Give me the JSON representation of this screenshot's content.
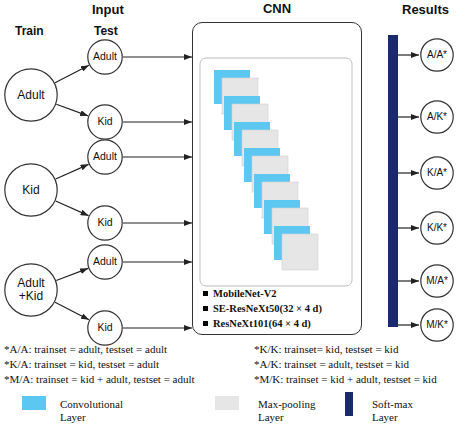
{
  "diagram": {
    "nodes": [
      {
        "text": [
          "Adult"
        ]
      },
      {
        "text": [
          "Adult"
        ]
      },
      {
        "text": [
          "Kid"
        ]
      },
      {
        "text": [
          "Kid"
        ]
      },
      {
        "text": [
          "Adult"
        ]
      },
      {
        "text": [
          "Kid"
        ]
      },
      {
        "text": [
          "Adult +Kid"
        ]
      },
      {
        "text": [
          "Adult"
        ]
      },
      {
        "text": [
          "Kid"
        ]
      },
      {
        "text": [
          "CNN",
          "MobileNet-V2",
          "SE-ResNeXt50(32 × 4 d)",
          "ResNeXt101(64 × 4 d)"
        ]
      },
      {
        "text": [
          "A/A*"
        ]
      },
      {
        "text": [
          "A/K*"
        ]
      },
      {
        "text": [
          "K/A*"
        ]
      },
      {
        "text": [
          "K/K*"
        ]
      },
      {
        "text": [
          "M/A*"
        ]
      },
      {
        "text": [
          "M/K*"
        ]
      }
    ],
    "edges": [
      {
        "from": 0,
        "to": 1,
        "arrow": "to"
      },
      {
        "from": 0,
        "to": 2,
        "arrow": "to"
      },
      {
        "from": 3,
        "to": 4,
        "arrow": "to"
      },
      {
        "from": 3,
        "to": 5,
        "arrow": "to"
      },
      {
        "from": 6,
        "to": 7,
        "arrow": "to"
      },
      {
        "from": 6,
        "to": 8,
        "arrow": "to"
      },
      {
        "from": 1,
        "to": 9,
        "arrow": "to"
      },
      {
        "from": 2,
        "to": 9,
        "arrow": "to"
      },
      {
        "from": 4,
        "to": 9,
        "arrow": "to"
      },
      {
        "from": 5,
        "to": 9,
        "arrow": "to"
      },
      {
        "from": 7,
        "to": 9,
        "arrow": "to"
      },
      {
        "from": 8,
        "to": 9,
        "arrow": "to"
      }
    ],
    "labels": [
      "Input",
      "Results",
      "Train",
      "Test",
      "*A/A: trainset = adult, testset = adult",
      "*K/K: trainset= kid, testset = kid",
      "*K/A: trainset = kid, testset = adult",
      "*A/K: trainset = adult, testset = kid",
      "*M/A: trainset = kid + adult, testset = adult",
      "*M/K: trainset = kid + adult, testset = kid"
    ],
    "legend": [
      {
        "text": "Convolutional Layer",
        "color": "#5cc8f2"
      },
      {
        "text": "Max-pooling Layer",
        "color": "#e6e6e6"
      },
      {
        "text": "Soft-max Layer",
        "color": "#1b2a6b"
      }
    ]
  }
}
